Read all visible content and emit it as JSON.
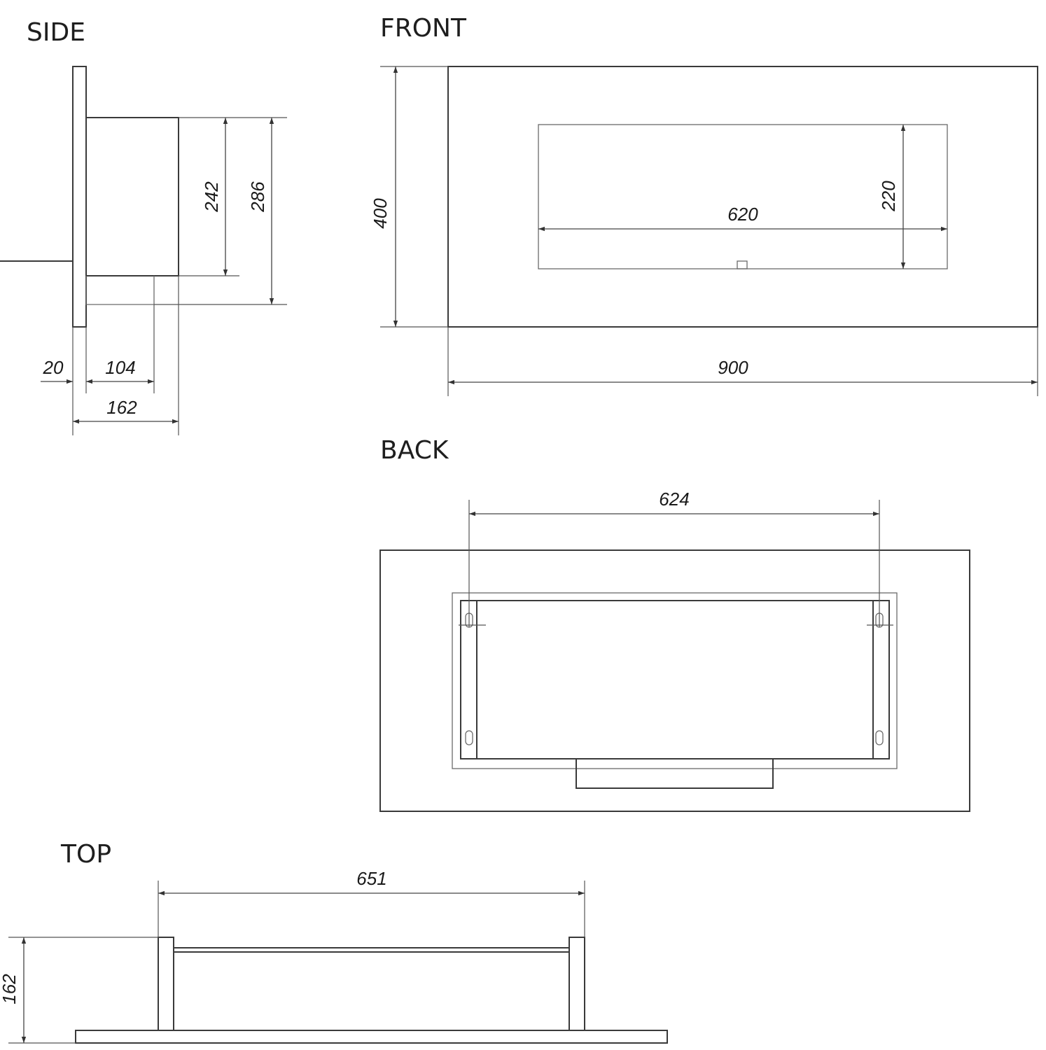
{
  "views": {
    "side": "SIDE",
    "front": "FRONT",
    "back": "BACK",
    "top": "TOP"
  },
  "dimensions": {
    "side_242": "242",
    "side_286": "286",
    "side_20": "20",
    "side_104": "104",
    "side_162": "162",
    "front_400": "400",
    "front_620": "620",
    "front_220": "220",
    "front_900": "900",
    "back_624": "624",
    "top_651": "651",
    "top_162": "162"
  },
  "colors": {
    "line": "#3a3a3a",
    "background": "#ffffff"
  }
}
